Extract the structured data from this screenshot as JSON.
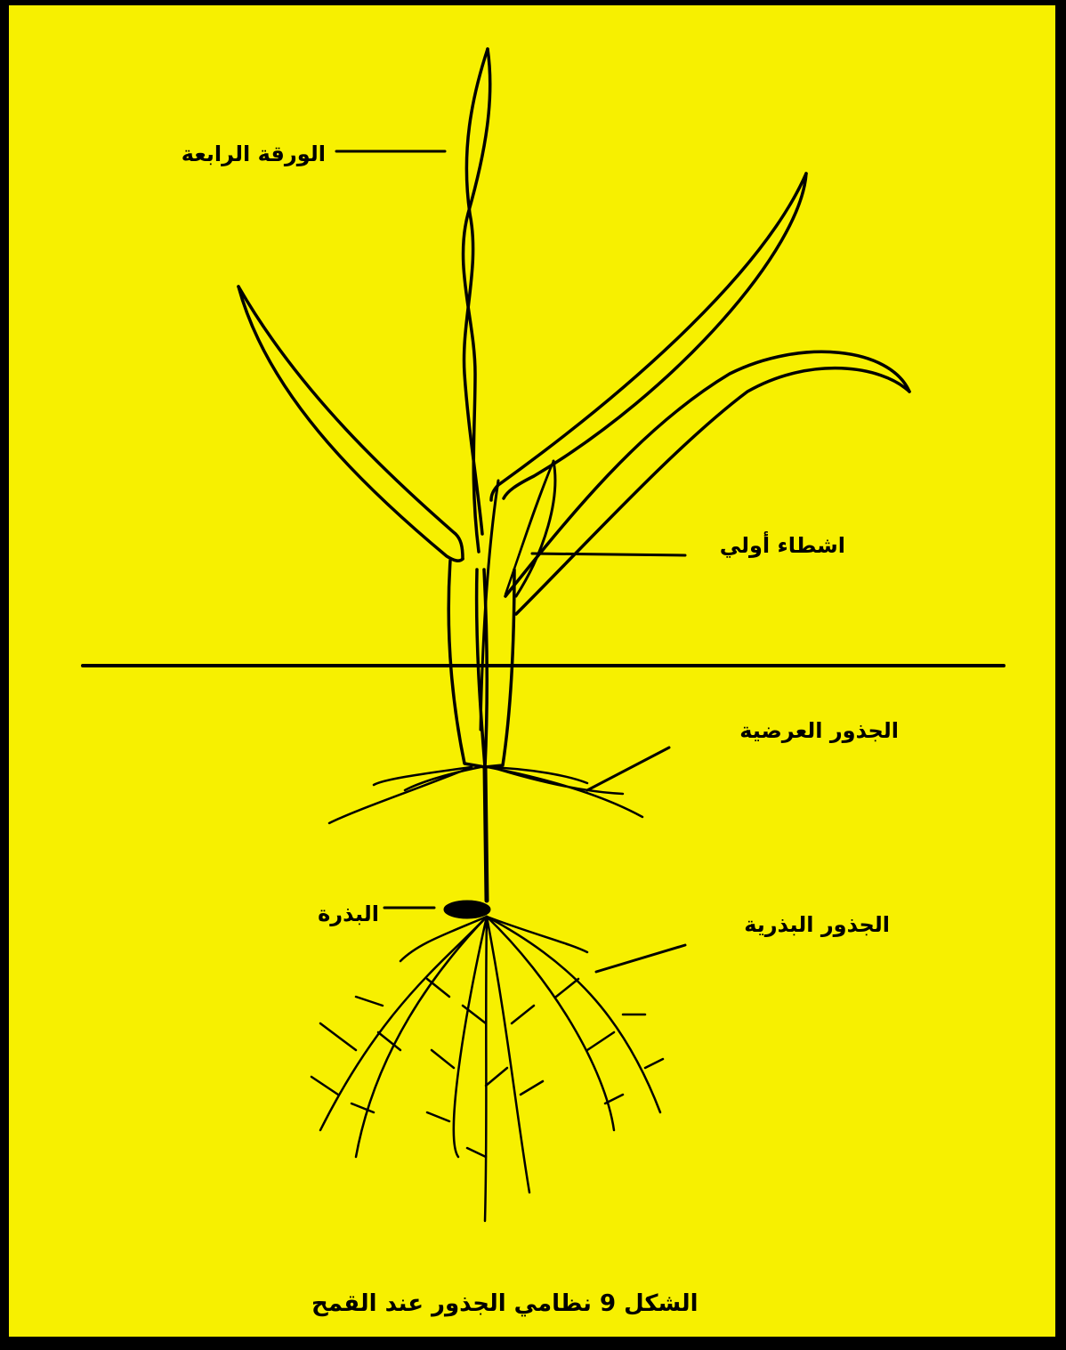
{
  "labels": {
    "fourth_leaf": "الورقة الرابعة",
    "primary_tiller": "اشطاء أولي",
    "crown_roots": "الجذور العرضية",
    "seed": "البذرة",
    "seminal_roots": "الجذور البذرية"
  },
  "caption": "الشكل 9 نظامي الجذور عند القمح",
  "colors": {
    "background": "#f7f000",
    "ink": "#000000",
    "border": "#000000"
  }
}
